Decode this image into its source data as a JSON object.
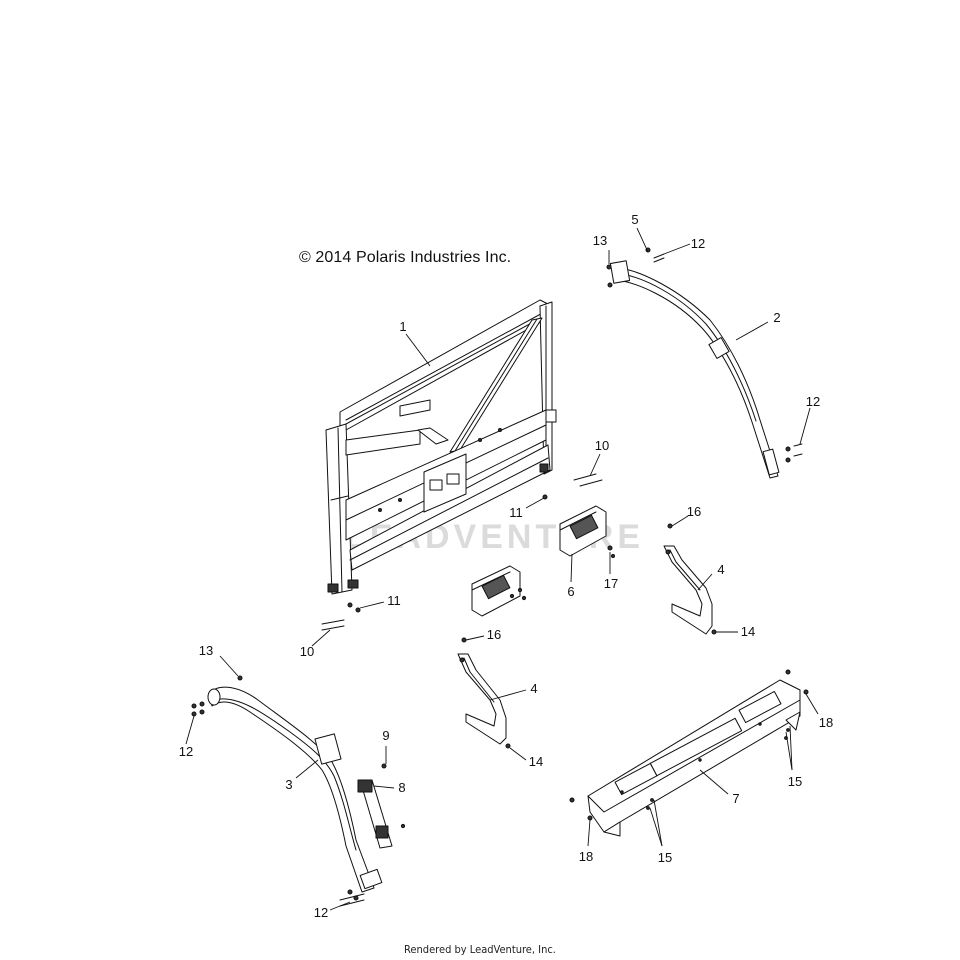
{
  "copyright": "© 2014 Polaris Industries Inc.",
  "watermark": "LEADVENTURE",
  "footer": "Rendered by LeadVenture, Inc.",
  "callouts": [
    {
      "id": "c1",
      "label": "1"
    },
    {
      "id": "c2",
      "label": "2"
    },
    {
      "id": "c3",
      "label": "3"
    },
    {
      "id": "c4a",
      "label": "4"
    },
    {
      "id": "c4b",
      "label": "4"
    },
    {
      "id": "c5",
      "label": "5"
    },
    {
      "id": "c6",
      "label": "6"
    },
    {
      "id": "c7",
      "label": "7"
    },
    {
      "id": "c8",
      "label": "8"
    },
    {
      "id": "c9",
      "label": "9"
    },
    {
      "id": "c10a",
      "label": "10"
    },
    {
      "id": "c10b",
      "label": "10"
    },
    {
      "id": "c11a",
      "label": "11"
    },
    {
      "id": "c11b",
      "label": "11"
    },
    {
      "id": "c12a",
      "label": "12"
    },
    {
      "id": "c12b",
      "label": "12"
    },
    {
      "id": "c12c",
      "label": "12"
    },
    {
      "id": "c12d",
      "label": "12"
    },
    {
      "id": "c13a",
      "label": "13"
    },
    {
      "id": "c13b",
      "label": "13"
    },
    {
      "id": "c14a",
      "label": "14"
    },
    {
      "id": "c14b",
      "label": "14"
    },
    {
      "id": "c15a",
      "label": "15"
    },
    {
      "id": "c15b",
      "label": "15"
    },
    {
      "id": "c16a",
      "label": "16"
    },
    {
      "id": "c16b",
      "label": "16"
    },
    {
      "id": "c17",
      "label": "17"
    },
    {
      "id": "c18a",
      "label": "18"
    },
    {
      "id": "c18b",
      "label": "18"
    }
  ]
}
